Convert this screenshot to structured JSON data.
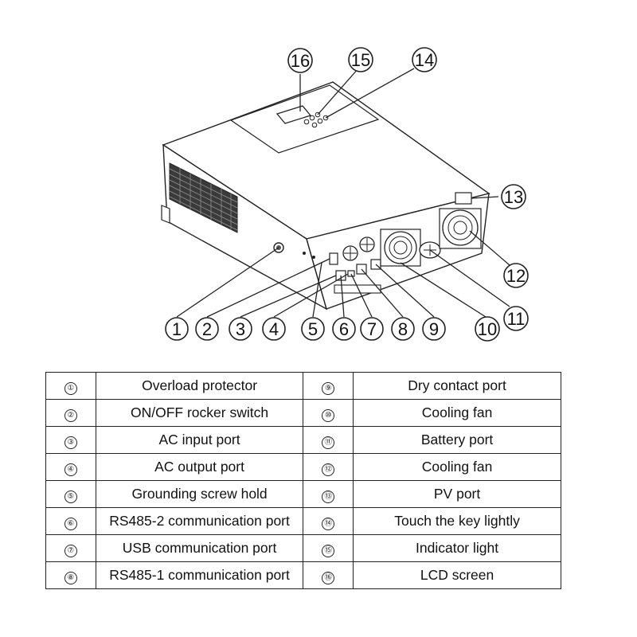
{
  "callouts": [
    "1",
    "2",
    "3",
    "4",
    "5",
    "6",
    "7",
    "8",
    "9",
    "10",
    "11",
    "12",
    "13",
    "14",
    "15",
    "16"
  ],
  "parts": [
    {
      "num": "①",
      "label": "Overload protector"
    },
    {
      "num": "②",
      "label": "ON/OFF rocker switch"
    },
    {
      "num": "③",
      "label": "AC input port"
    },
    {
      "num": "④",
      "label": "AC output port"
    },
    {
      "num": "⑤",
      "label": "Grounding screw hold"
    },
    {
      "num": "⑥",
      "label": "RS485-2 communication port"
    },
    {
      "num": "⑦",
      "label": "USB communication port"
    },
    {
      "num": "⑧",
      "label": "RS485-1 communication port"
    },
    {
      "num": "⑨",
      "label": "Dry contact port"
    },
    {
      "num": "⑩",
      "label": "Cooling fan"
    },
    {
      "num": "⑪",
      "label": "Battery port"
    },
    {
      "num": "⑫",
      "label": "Cooling fan"
    },
    {
      "num": "⑬",
      "label": "PV port"
    },
    {
      "num": "⑭",
      "label": "Touch the key lightly"
    },
    {
      "num": "⑮",
      "label": "Indicator light"
    },
    {
      "num": "⑯",
      "label": "LCD screen"
    }
  ]
}
